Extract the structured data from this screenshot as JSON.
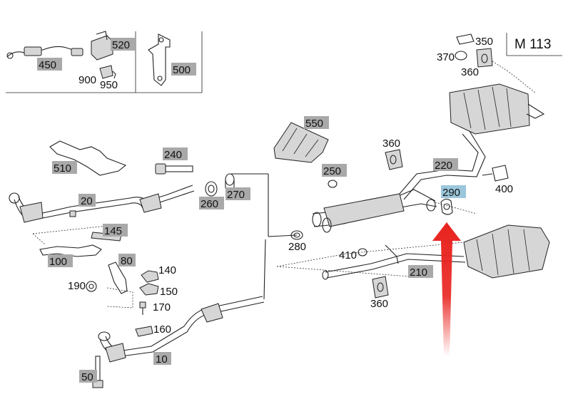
{
  "diagram": {
    "model_label": "M 113",
    "highlight_color": "#9bc7dc",
    "label_box_color": "#a9a9a9",
    "arrow_color": "#e8231f",
    "highlighted_part": "290",
    "parts": [
      {
        "id": "450",
        "boxed": true
      },
      {
        "id": "520",
        "boxed": true
      },
      {
        "id": "900",
        "boxed": false
      },
      {
        "id": "950",
        "boxed": false
      },
      {
        "id": "500",
        "boxed": true
      },
      {
        "id": "350",
        "boxed": false
      },
      {
        "id": "370",
        "boxed": false
      },
      {
        "id": "360",
        "boxed": false
      },
      {
        "id": "550",
        "boxed": true
      },
      {
        "id": "510",
        "boxed": true
      },
      {
        "id": "240",
        "boxed": true
      },
      {
        "id": "260",
        "boxed": true
      },
      {
        "id": "270",
        "boxed": true
      },
      {
        "id": "250",
        "boxed": true
      },
      {
        "id": "220",
        "boxed": true
      },
      {
        "id": "400",
        "boxed": false
      },
      {
        "id": "290",
        "boxed": true
      },
      {
        "id": "20",
        "boxed": true
      },
      {
        "id": "145",
        "boxed": true
      },
      {
        "id": "280",
        "boxed": false
      },
      {
        "id": "410",
        "boxed": false
      },
      {
        "id": "100",
        "boxed": true
      },
      {
        "id": "80",
        "boxed": true
      },
      {
        "id": "140",
        "boxed": false
      },
      {
        "id": "190",
        "boxed": false
      },
      {
        "id": "150",
        "boxed": false
      },
      {
        "id": "170",
        "boxed": false
      },
      {
        "id": "210",
        "boxed": true
      },
      {
        "id": "160",
        "boxed": false
      },
      {
        "id": "10",
        "boxed": true
      },
      {
        "id": "50",
        "boxed": true
      }
    ]
  },
  "labels": {
    "p450": "450",
    "p520": "520",
    "p900": "900",
    "p950": "950",
    "p500": "500",
    "p350": "350",
    "p370": "370",
    "p360a": "360",
    "p360b": "360",
    "p360c": "360",
    "p550": "550",
    "p510": "510",
    "p240": "240",
    "p260": "260",
    "p270": "270",
    "p250": "250",
    "p220": "220",
    "p400": "400",
    "p290": "290",
    "p20": "20",
    "p145": "145",
    "p280": "280",
    "p410": "410",
    "p100": "100",
    "p80": "80",
    "p140": "140",
    "p190": "190",
    "p150": "150",
    "p170": "170",
    "p210": "210",
    "p160": "160",
    "p10": "10",
    "p50": "50"
  }
}
